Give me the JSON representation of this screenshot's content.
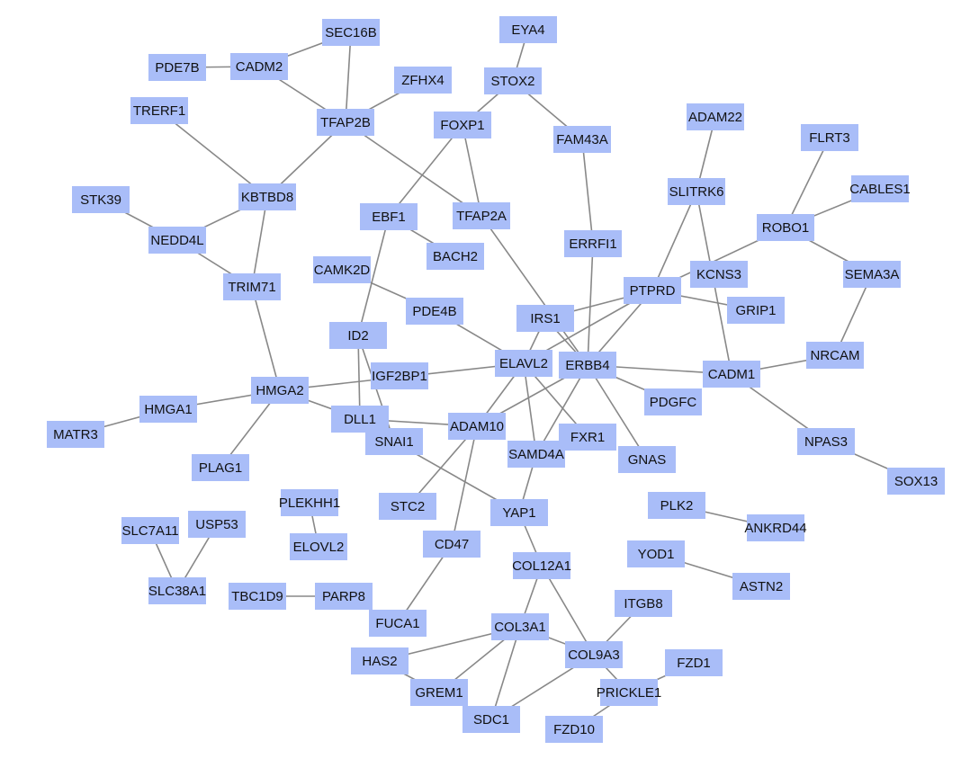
{
  "colors": {
    "node": "#a9bdf8",
    "edge": "#888888",
    "text": "#111111"
  },
  "nodes": [
    "EYA4",
    "SEC16B",
    "PDE7B",
    "CADM2",
    "STOX2",
    "ZFHX4",
    "TRERF1",
    "TFAP2B",
    "FOXP1",
    "FAM43A",
    "ADAM22",
    "FLRT3",
    "CABLES1",
    "SLITRK6",
    "STK39",
    "KBTBD8",
    "EBF1",
    "TFAP2A",
    "ROBO1",
    "NEDD4L",
    "ERRFI1",
    "BACH2",
    "CAMK2D",
    "SEMA3A",
    "KCNS3",
    "TRIM71",
    "PTPRD",
    "PDE4B",
    "IRS1",
    "GRIP1",
    "ID2",
    "ELAVL2",
    "ERBB4",
    "NRCAM",
    "CADM1",
    "IGF2BP1",
    "HMGA2",
    "HMGA1",
    "PDGFC",
    "DLL1",
    "ADAM10",
    "SNAI1",
    "FXR1",
    "MATR3",
    "NPAS3",
    "SAMD4A",
    "GNAS",
    "PLAG1",
    "SOX13",
    "PLEKHH1",
    "STC2",
    "YAP1",
    "PLK2",
    "ANKRD44",
    "SLC7A11",
    "USP53",
    "ELOVL2",
    "CD47",
    "YOD1",
    "COL12A1",
    "SLC38A1",
    "TBC1D9",
    "PARP8",
    "ASTN2",
    "ITGB8",
    "FUCA1",
    "COL3A1",
    "COL9A3",
    "HAS2",
    "FZD1",
    "GREM1",
    "PRICKLE1",
    "SDC1",
    "FZD10"
  ],
  "edges": [
    [
      "SEC16B",
      "CADM2"
    ],
    [
      "SEC16B",
      "TFAP2B"
    ],
    [
      "PDE7B",
      "CADM2"
    ],
    [
      "CADM2",
      "TFAP2B"
    ],
    [
      "ZFHX4",
      "TFAP2B"
    ],
    [
      "TFAP2B",
      "KBTBD8"
    ],
    [
      "TFAP2B",
      "TFAP2A"
    ],
    [
      "TRERF1",
      "KBTBD8"
    ],
    [
      "KBTBD8",
      "NEDD4L"
    ],
    [
      "KBTBD8",
      "TRIM71"
    ],
    [
      "STK39",
      "NEDD4L"
    ],
    [
      "NEDD4L",
      "TRIM71"
    ],
    [
      "TRIM71",
      "HMGA2"
    ],
    [
      "EYA4",
      "STOX2"
    ],
    [
      "STOX2",
      "FOXP1"
    ],
    [
      "STOX2",
      "FAM43A"
    ],
    [
      "FAM43A",
      "ERRFI1"
    ],
    [
      "ERRFI1",
      "ERBB4"
    ],
    [
      "FOXP1",
      "EBF1"
    ],
    [
      "FOXP1",
      "TFAP2A"
    ],
    [
      "TFAP2A",
      "ERBB4"
    ],
    [
      "EBF1",
      "BACH2"
    ],
    [
      "EBF1",
      "ID2"
    ],
    [
      "ID2",
      "DLL1"
    ],
    [
      "ID2",
      "SNAI1"
    ],
    [
      "CAMK2D",
      "PDE4B"
    ],
    [
      "PDE4B",
      "ELAVL2"
    ],
    [
      "HMGA2",
      "ELAVL2"
    ],
    [
      "HMGA2",
      "HMGA1"
    ],
    [
      "HMGA1",
      "MATR3"
    ],
    [
      "HMGA2",
      "PLAG1"
    ],
    [
      "HMGA2",
      "DLL1"
    ],
    [
      "DLL1",
      "ADAM10"
    ],
    [
      "ADAM10",
      "ELAVL2"
    ],
    [
      "ADAM10",
      "ERBB4"
    ],
    [
      "ADAM10",
      "STC2"
    ],
    [
      "ADAM10",
      "CD47"
    ],
    [
      "SNAI1",
      "YAP1"
    ],
    [
      "ELAVL2",
      "IRS1"
    ],
    [
      "ELAVL2",
      "SAMD4A"
    ],
    [
      "ELAVL2",
      "FXR1"
    ],
    [
      "ELAVL2",
      "PTPRD"
    ],
    [
      "ERBB4",
      "IRS1"
    ],
    [
      "ERBB4",
      "PTPRD"
    ],
    [
      "ERBB4",
      "CADM1"
    ],
    [
      "ERBB4",
      "PDGFC"
    ],
    [
      "ERBB4",
      "GNAS"
    ],
    [
      "ERBB4",
      "SAMD4A"
    ],
    [
      "IRS1",
      "PTPRD"
    ],
    [
      "PTPRD",
      "SLITRK6"
    ],
    [
      "PTPRD",
      "ROBO1"
    ],
    [
      "PTPRD",
      "GRIP1"
    ],
    [
      "SLITRK6",
      "ADAM22"
    ],
    [
      "SLITRK6",
      "CADM1"
    ],
    [
      "ROBO1",
      "FLRT3"
    ],
    [
      "ROBO1",
      "CABLES1"
    ],
    [
      "ROBO1",
      "SEMA3A"
    ],
    [
      "SEMA3A",
      "NRCAM"
    ],
    [
      "NRCAM",
      "CADM1"
    ],
    [
      "CADM1",
      "NPAS3"
    ],
    [
      "NPAS3",
      "SOX13"
    ],
    [
      "SAMD4A",
      "YAP1"
    ],
    [
      "YAP1",
      "COL12A1"
    ],
    [
      "COL12A1",
      "COL3A1"
    ],
    [
      "COL12A1",
      "COL9A3"
    ],
    [
      "COL3A1",
      "HAS2"
    ],
    [
      "COL3A1",
      "GREM1"
    ],
    [
      "COL3A1",
      "SDC1"
    ],
    [
      "COL3A1",
      "COL9A3"
    ],
    [
      "HAS2",
      "GREM1"
    ],
    [
      "COL9A3",
      "SDC1"
    ],
    [
      "COL9A3",
      "ITGB8"
    ],
    [
      "COL9A3",
      "PRICKLE1"
    ],
    [
      "PRICKLE1",
      "FZD1"
    ],
    [
      "PRICKLE1",
      "FZD10"
    ],
    [
      "CD47",
      "FUCA1"
    ],
    [
      "PLEKHH1",
      "ELOVL2"
    ],
    [
      "SLC7A11",
      "SLC38A1"
    ],
    [
      "USP53",
      "SLC38A1"
    ],
    [
      "TBC1D9",
      "PARP8"
    ],
    [
      "PLK2",
      "ANKRD44"
    ],
    [
      "YOD1",
      "ASTN2"
    ]
  ]
}
